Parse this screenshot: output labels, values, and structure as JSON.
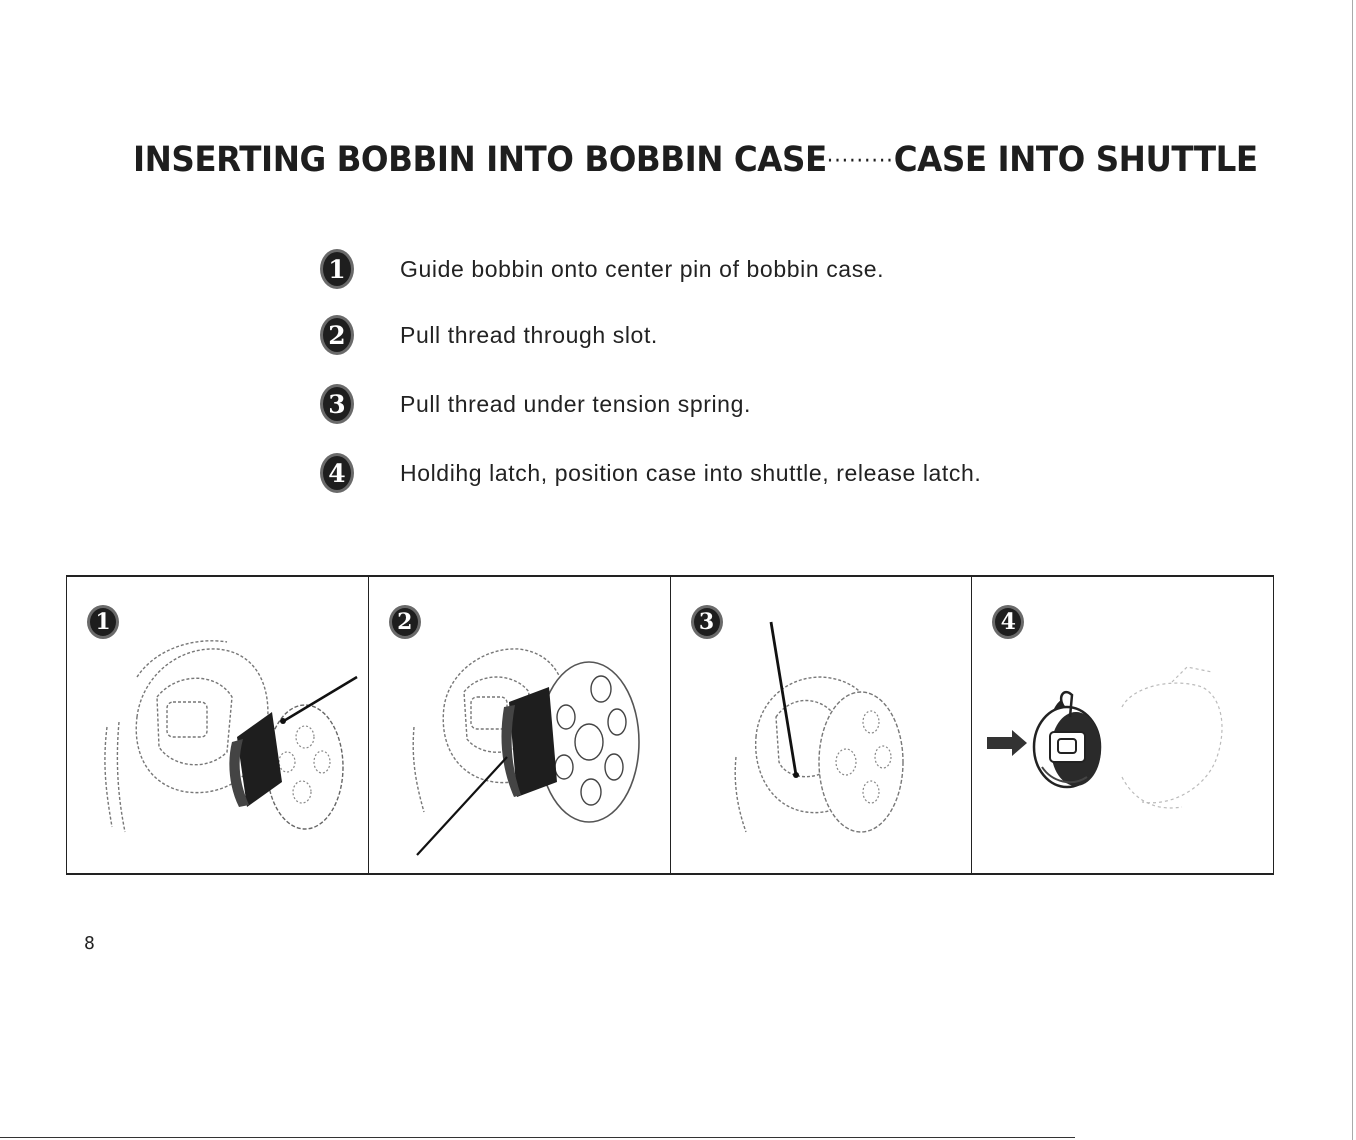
{
  "title": {
    "part1": "INSERTING BOBBIN INTO BOBBIN CASE",
    "dots": "·········",
    "part2": "CASE INTO SHUTTLE"
  },
  "steps": [
    {
      "number": "1",
      "text": "Guide bobbin onto center pin of bobbin case."
    },
    {
      "number": "2",
      "text": "Pull thread through slot."
    },
    {
      "number": "3",
      "text": "Pull thread under tension spring."
    },
    {
      "number": "4",
      "text": "Holdihg latch, position case into shuttle, release latch."
    }
  ],
  "panels": [
    {
      "number": "1",
      "icon": "bobbin-onto-pin-illustration"
    },
    {
      "number": "2",
      "icon": "thread-through-slot-illustration"
    },
    {
      "number": "3",
      "icon": "thread-under-spring-illustration"
    },
    {
      "number": "4",
      "icon": "case-into-shuttle-illustration"
    }
  ],
  "page_number": "8"
}
